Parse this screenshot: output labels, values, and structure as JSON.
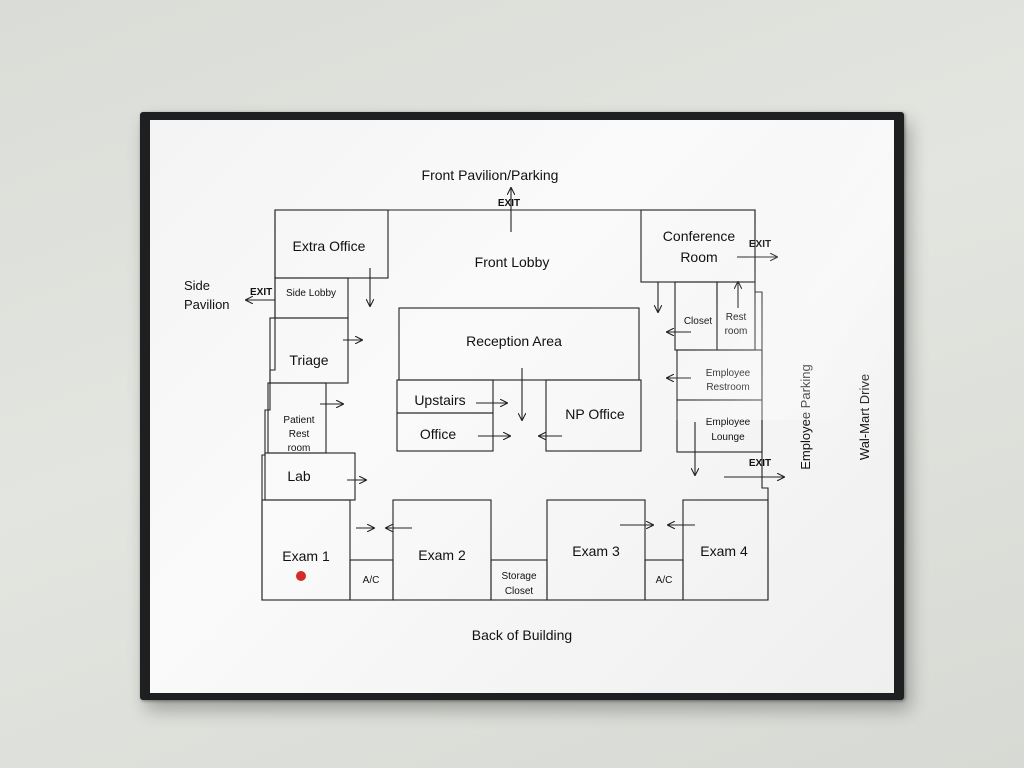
{
  "labels": {
    "front": "Front Pavilion/Parking",
    "back": "Back of Building",
    "side_pavilion_1": "Side",
    "side_pavilion_2": "Pavilion",
    "employee_parking": "Employee Parking",
    "walmart_drive": "Wal-Mart Drive",
    "exit": "EXIT"
  },
  "rooms": {
    "extra_office": "Extra Office",
    "side_lobby": "Side Lobby",
    "triage": "Triage",
    "patient_rest_1": "Patient",
    "patient_rest_2": "Rest",
    "patient_rest_3": "room",
    "lab": "Lab",
    "exam1": "Exam 1",
    "ac": "A/C",
    "exam2": "Exam 2",
    "storage_1": "Storage",
    "storage_2": "Closet",
    "exam3": "Exam 3",
    "exam4": "Exam 4",
    "front_lobby": "Front Lobby",
    "reception": "Reception Area",
    "upstairs": "Upstairs",
    "office": "Office",
    "np_office": "NP Office",
    "conference_1": "Conference",
    "conference_2": "Room",
    "closet": "Closet",
    "rest_1": "Rest",
    "rest_2": "room",
    "emp_restroom_1": "Employee",
    "emp_restroom_2": "Restroom",
    "emp_lounge_1": "Employee",
    "emp_lounge_2": "Lounge"
  },
  "colors": {
    "marker": "#d42a2a"
  }
}
